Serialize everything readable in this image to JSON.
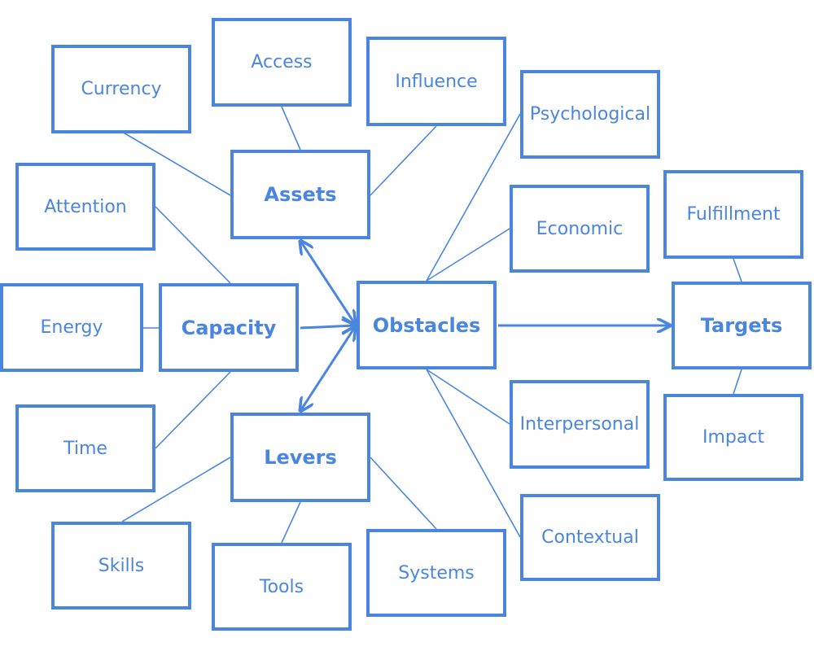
{
  "nodes": {
    "currency": "Currency",
    "access": "Access",
    "influence": "Influence",
    "psychological": "Psychological",
    "assets": "Assets",
    "attention": "Attention",
    "economic": "Economic",
    "fulfillment": "Fulfillment",
    "energy": "Energy",
    "capacity": "Capacity",
    "obstacles": "Obstacles",
    "targets": "Targets",
    "interpersonal": "Interpersonal",
    "impact": "Impact",
    "time": "Time",
    "levers": "Levers",
    "contextual": "Contextual",
    "skills": "Skills",
    "tools": "Tools",
    "systems": "Systems"
  },
  "colors": {
    "accent": "#4a86e0",
    "background": "#ffffff"
  }
}
